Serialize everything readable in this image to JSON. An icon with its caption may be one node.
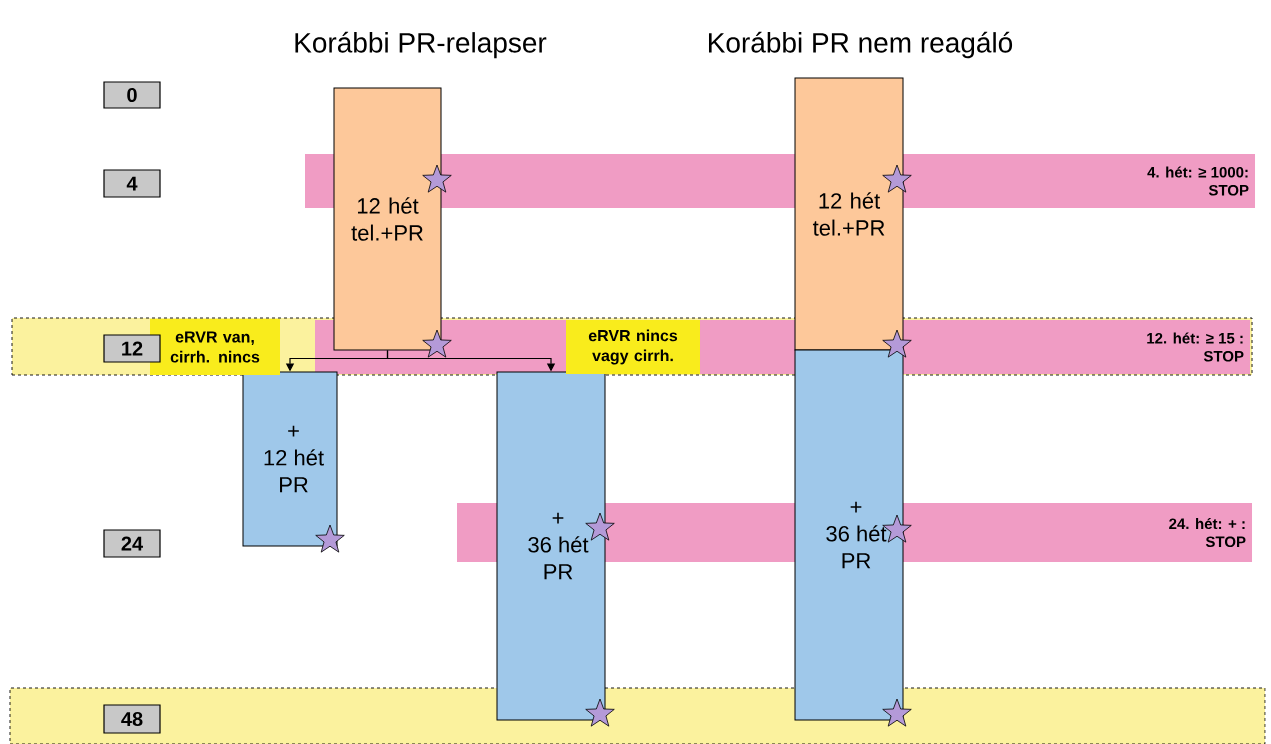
{
  "diagram": {
    "nodes": [
      {
        "text": [
          "0"
        ]
      },
      {
        "text": [
          "4"
        ]
      },
      {
        "text": [
          "4. hét: ≥ 1000: STOP"
        ]
      },
      {
        "text": [
          "12 hét tel.+PR"
        ]
      },
      {
        "text": [
          "12 hét tel.+PR"
        ]
      },
      {
        "text": [],
        "shape": "band"
      },
      {
        "text": [
          "12"
        ],
        "in": 5
      },
      {
        "text": [
          "12. hét: ≥ 15 : STOP"
        ],
        "in": 5
      },
      {
        "text": [
          "eRVR van, cirrh. nincs"
        ],
        "in": 5
      },
      {
        "text": [
          "eRVR nincs vagy cirrh."
        ],
        "in": 7
      },
      {
        "text": [
          "+ 12 hét PR"
        ]
      },
      {
        "text": [
          "+ 36 hét PR"
        ]
      },
      {
        "text": [
          "+ 36 hét PR"
        ]
      },
      {
        "text": [
          "24"
        ]
      },
      {
        "text": [
          "24. hét: + : STOP"
        ]
      },
      {
        "text": [],
        "shape": "band"
      },
      {
        "text": [
          "48"
        ],
        "in": 15
      }
    ],
    "edges": [
      {
        "from": 3,
        "to": 10,
        "arrow": "to"
      },
      {
        "from": 3,
        "to": 11,
        "arrow": "to"
      }
    ],
    "labels": [
      "Korábbi PR-relapser",
      "Korábbi PR nem reagáló"
    ]
  }
}
